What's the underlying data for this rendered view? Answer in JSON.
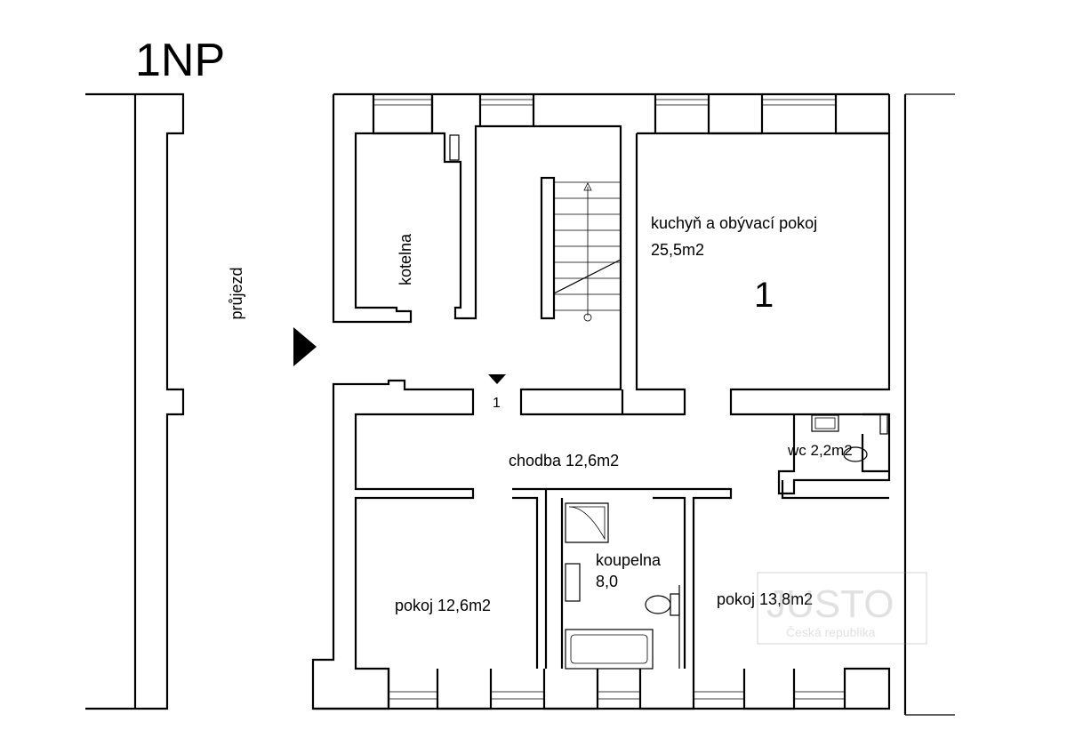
{
  "floor_label": "1NP",
  "rooms": {
    "passage": "průjezd",
    "boiler": "kotelna",
    "kitchen_name": "kuchyň a obývací pokoj",
    "kitchen_area": "25,5m2",
    "kitchen_number": "1",
    "corridor": "chodba 12,6m2",
    "wc": "wc 2,2m2",
    "room_left": "pokoj 12,6m2",
    "bathroom_name": "koupelna",
    "bathroom_area": "8,0",
    "room_right": "pokoj 13,8m2"
  },
  "entrance_number": "1",
  "watermark": {
    "brand": "JUSTO",
    "country": "Česká republika"
  }
}
